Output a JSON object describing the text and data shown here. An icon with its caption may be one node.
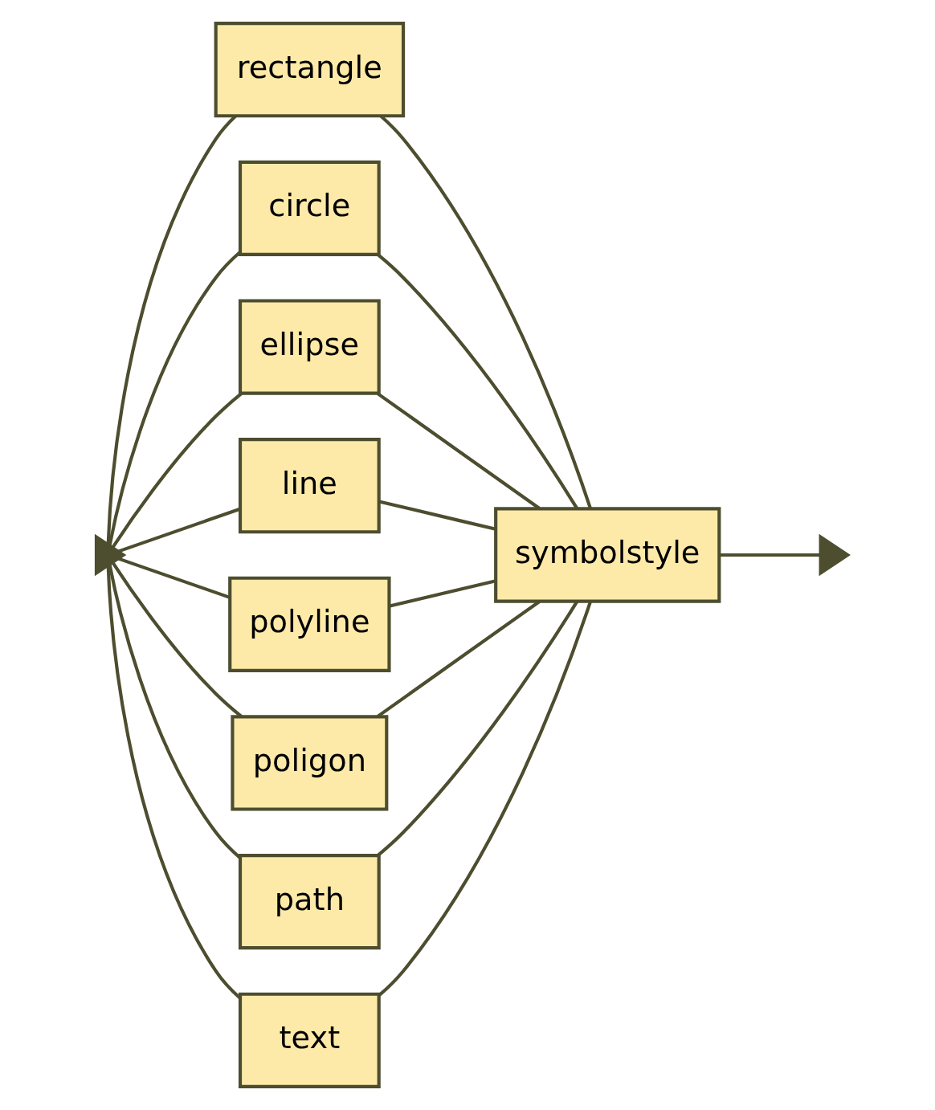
{
  "diagram": {
    "nodes": [
      {
        "text": [],
        "shape": "triangle"
      },
      {
        "text": [
          "rectangle"
        ]
      },
      {
        "text": [
          "circle"
        ]
      },
      {
        "text": [
          "ellipse"
        ]
      },
      {
        "text": [
          "line"
        ]
      },
      {
        "text": [
          "polyline"
        ]
      },
      {
        "text": [
          "poligon"
        ]
      },
      {
        "text": [
          "path"
        ]
      },
      {
        "text": [
          "text"
        ]
      },
      {
        "text": [
          "symbolstyle"
        ]
      },
      {
        "text": [],
        "shape": "triangle"
      }
    ],
    "edges": [
      {
        "from": 0,
        "to": 1,
        "arrow": "none"
      },
      {
        "from": 0,
        "to": 2,
        "arrow": "none"
      },
      {
        "from": 0,
        "to": 3,
        "arrow": "none"
      },
      {
        "from": 0,
        "to": 4,
        "arrow": "none"
      },
      {
        "from": 0,
        "to": 5,
        "arrow": "none"
      },
      {
        "from": 0,
        "to": 6,
        "arrow": "none"
      },
      {
        "from": 0,
        "to": 7,
        "arrow": "none"
      },
      {
        "from": 0,
        "to": 8,
        "arrow": "none"
      },
      {
        "from": 1,
        "to": 9,
        "arrow": "none"
      },
      {
        "from": 2,
        "to": 9,
        "arrow": "none"
      },
      {
        "from": 3,
        "to": 9,
        "arrow": "none"
      },
      {
        "from": 4,
        "to": 9,
        "arrow": "none"
      },
      {
        "from": 5,
        "to": 9,
        "arrow": "none"
      },
      {
        "from": 6,
        "to": 9,
        "arrow": "none"
      },
      {
        "from": 7,
        "to": 9,
        "arrow": "none"
      },
      {
        "from": 8,
        "to": 9,
        "arrow": "none"
      },
      {
        "from": 9,
        "to": 10,
        "arrow": "none"
      }
    ]
  }
}
